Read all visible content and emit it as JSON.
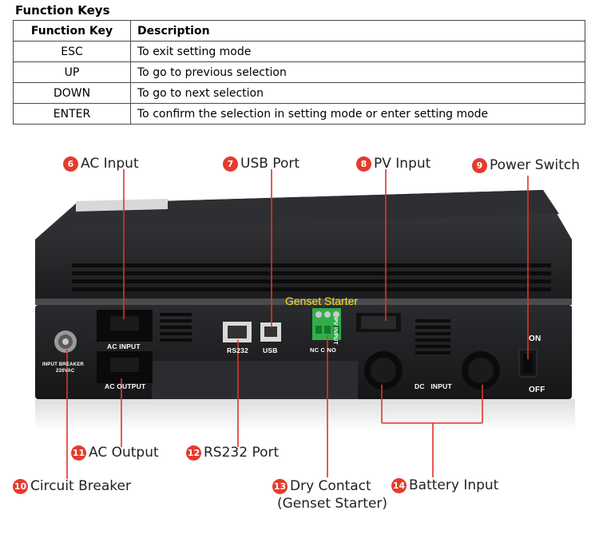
{
  "function_keys": {
    "title": "Function Keys",
    "headers": [
      "Function Key",
      "Description"
    ],
    "rows": [
      {
        "key": "ESC",
        "description": "To exit setting mode"
      },
      {
        "key": "UP",
        "description": "To go to previous selection"
      },
      {
        "key": "DOWN",
        "description": "To go to next selection"
      },
      {
        "key": "ENTER",
        "description": "To confirm the selection in setting mode or enter setting mode"
      }
    ]
  },
  "callouts": {
    "ac_input": {
      "num": "6",
      "label": "AC Input"
    },
    "usb_port": {
      "num": "7",
      "label": "USB Port"
    },
    "pv_input": {
      "num": "8",
      "label": "PV Input"
    },
    "power_switch": {
      "num": "9",
      "label": "Power Switch"
    },
    "circuit_breaker": {
      "num": "10",
      "label": "Circuit Breaker"
    },
    "ac_output": {
      "num": "11",
      "label": "AC Output"
    },
    "rs232_port": {
      "num": "12",
      "label": "RS232 Port"
    },
    "dry_contact": {
      "num": "13",
      "label": "Dry Contact",
      "sub": "(Genset Starter)"
    },
    "battery_input": {
      "num": "14",
      "label": "Battery Input"
    }
  },
  "panel_labels": {
    "genset_starter": "Genset Starter",
    "ac_input": "AC INPUT",
    "ac_output": "AC OUTPUT",
    "rs232": "RS232",
    "usb": "USB",
    "nc_c_no": "NC C NO",
    "pv_input": "PV INPUT",
    "dc_input": "DC   INPUT",
    "on": "ON",
    "off": "OFF",
    "input_breaker": "INPUT BREAKER",
    "breaker_rating": "230VAC"
  },
  "colors": {
    "callout_badge": "#e53b2c",
    "leader_line": "#e0342a",
    "genset_text": "#f6e32a",
    "device_body": "#1f1f21"
  }
}
